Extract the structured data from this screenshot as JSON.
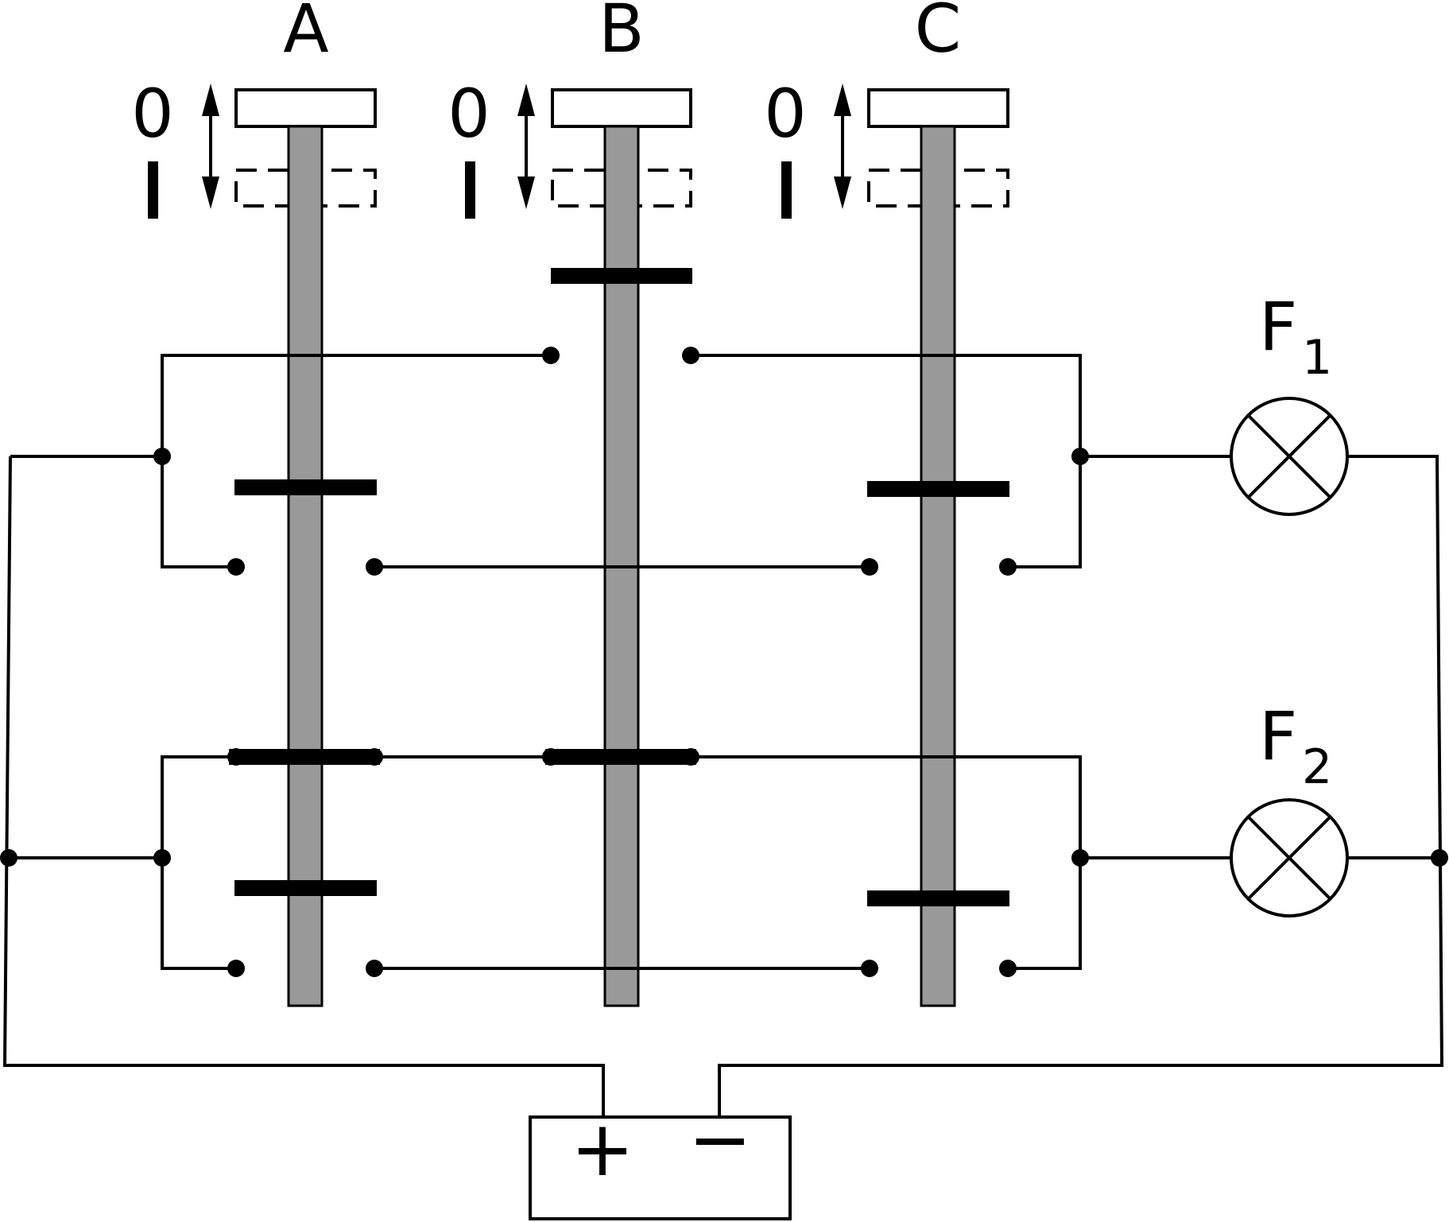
{
  "switches": [
    {
      "label": "A",
      "state_on": "0",
      "state_off": "I"
    },
    {
      "label": "B",
      "state_on": "0",
      "state_off": "I"
    },
    {
      "label": "C",
      "state_on": "0",
      "state_off": "I"
    }
  ],
  "lamps": [
    {
      "label": "F",
      "sub": "1"
    },
    {
      "label": "F",
      "sub": "2"
    }
  ],
  "battery": {
    "plus": "+",
    "minus": "−"
  },
  "colors": {
    "rod": "#999999",
    "line": "#000000"
  }
}
